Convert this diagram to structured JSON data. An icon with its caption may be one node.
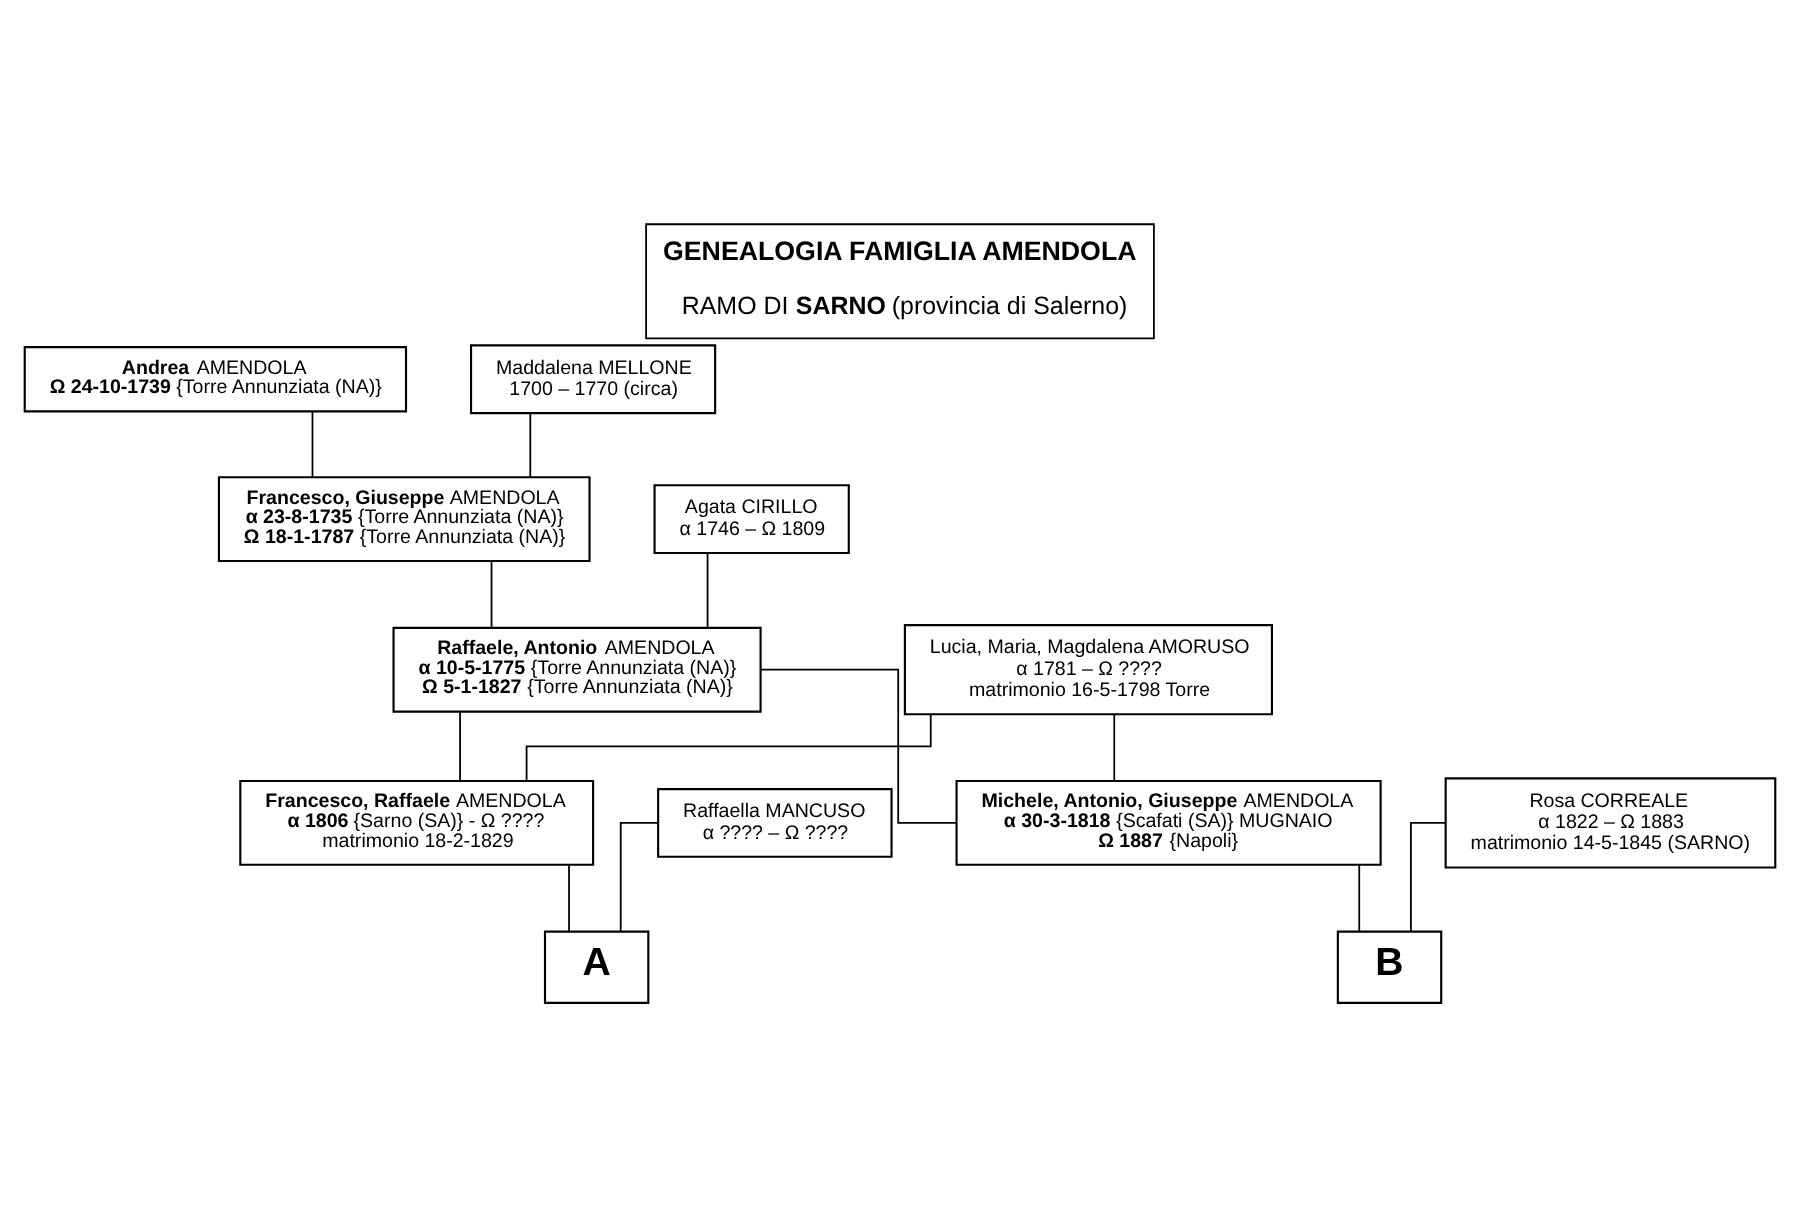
{
  "diagram": {
    "title": "GENEALOGIA FAMIGLIA AMENDOLA",
    "caption": "RAMO DI **SARNO** (provincia di Salerno)",
    "nodes": [
      {
        "text": [
          "**Andrea** AMENDOLA",
          "**Ω 24-10-1739** {Torre Annunziata (NA)}"
        ]
      },
      {
        "text": [
          "Maddalena MELLONE",
          "1700 – 1770 (circa)"
        ]
      },
      {
        "text": [
          "**Francesco, Giuseppe** AMENDOLA",
          "**α 23-8-1735** {Torre Annunziata (NA)}",
          "**Ω 18-1-1787** {Torre Annunziata (NA)}"
        ]
      },
      {
        "text": [
          "Agata CIRILLO",
          "α 1746 – Ω 1809"
        ]
      },
      {
        "text": [
          "**Raffaele, Antonio** AMENDOLA",
          "**α 10-5-1775** {Torre Annunziata (NA)}",
          "**Ω 5-1-1827** {Torre Annunziata (NA)}"
        ]
      },
      {
        "text": [
          "Lucia, Maria, Magdalena AMORUSO",
          "α 1781 – Ω ????",
          "matrimonio 16-5-1798 Torre"
        ]
      },
      {
        "text": [
          "**Francesco, Raffaele** AMENDOLA",
          "**α 1806** {Sarno (SA)} - Ω ????",
          "matrimonio 18-2-1829"
        ]
      },
      {
        "text": [
          "Raffaella MANCUSO",
          "α ???? – Ω ????"
        ]
      },
      {
        "text": [
          "**Michele, Antonio, Giuseppe** AMENDOLA",
          "**α 30-3-1818** {Scafati (SA)} MUGNAIO",
          "**Ω 1887** {Napoli}"
        ]
      },
      {
        "text": [
          "Rosa CORREALE",
          "α 1822 – Ω 1883",
          "matrimonio 14-5-1845 (SARNO)"
        ]
      },
      {
        "text": [
          "A"
        ]
      },
      {
        "text": [
          "B"
        ]
      }
    ],
    "edges": [
      {
        "from": 0,
        "to": 2,
        "arrow": "none"
      },
      {
        "from": 1,
        "to": 2,
        "arrow": "none"
      },
      {
        "from": 2,
        "to": 4,
        "arrow": "none"
      },
      {
        "from": 3,
        "to": 4,
        "arrow": "none"
      },
      {
        "from": 4,
        "to": 6,
        "arrow": "none"
      },
      {
        "from": 4,
        "to": 8,
        "arrow": "none"
      },
      {
        "from": 5,
        "to": 6,
        "arrow": "none"
      },
      {
        "from": 5,
        "to": 8,
        "arrow": "none"
      },
      {
        "from": 6,
        "to": 10,
        "arrow": "none"
      },
      {
        "from": 7,
        "to": 10,
        "arrow": "none"
      },
      {
        "from": 8,
        "to": 11,
        "arrow": "none"
      },
      {
        "from": 9,
        "to": 11,
        "arrow": "none"
      }
    ]
  }
}
